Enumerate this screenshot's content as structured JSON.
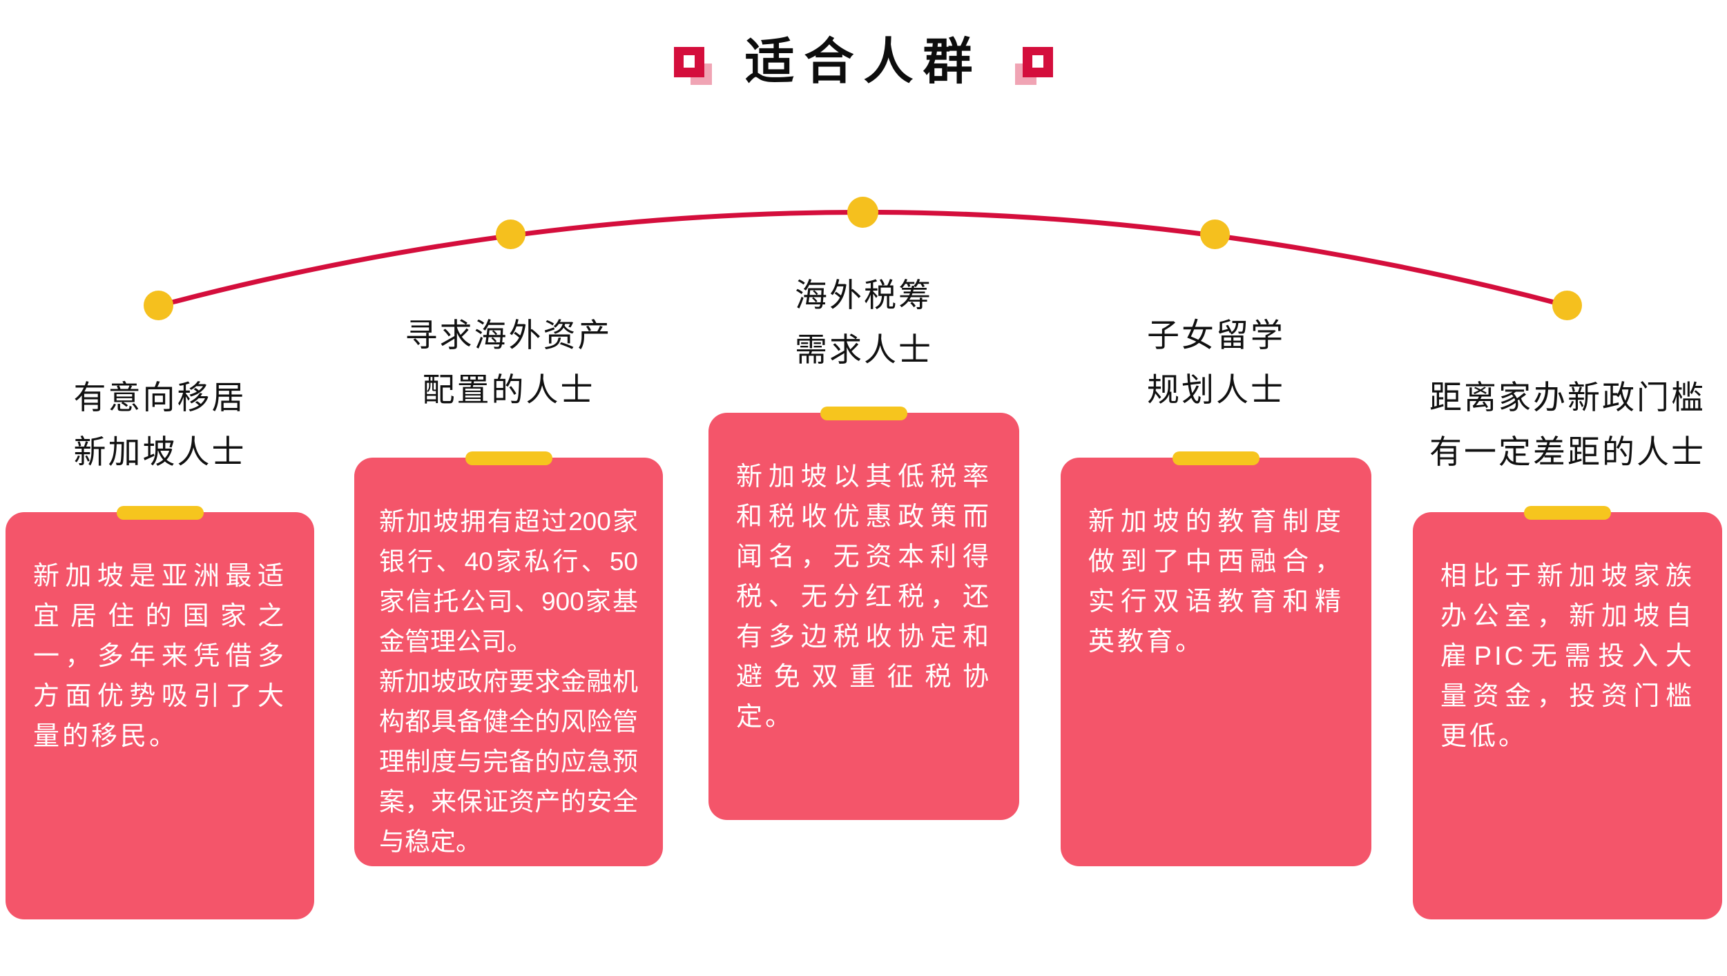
{
  "title": {
    "text": "适合人群"
  },
  "icons": {
    "left_ornament": "square-marker-icon",
    "right_ornament": "square-marker-icon"
  },
  "groups": [
    {
      "heading_line1": "有意向移居",
      "heading_line2": "新加坡人士",
      "body": "新加坡是亚洲最适宜居住的国家之一，多年来凭借多方面优势吸引了大量的移民。"
    },
    {
      "heading_line1": "寻求海外资产",
      "heading_line2": "配置的人士",
      "body": "新加坡拥有超过200家银行、40家私行、50家信托公司、900家基金管理公司。\n新加坡政府要求金融机构都具备健全的风险管理制度与完备的应急预案，来保证资产的安全与稳定。"
    },
    {
      "heading_line1": "海外税筹",
      "heading_line2": "需求人士",
      "body": "新加坡以其低税率和税收优惠政策而闻名，无资本利得税、无分红税，还有多边税收协定和避免双重征税协定。"
    },
    {
      "heading_line1": "子女留学",
      "heading_line2": "规划人士",
      "body": "新加坡的教育制度做到了中西融合，实行双语教育和精英教育。"
    },
    {
      "heading_line1": "距离家办新政门槛",
      "heading_line2": "有一定差距的人士",
      "body": "相比于新加坡家族办公室，新加坡自雇PIC无需投入大量资金，投资门槛更低。"
    }
  ],
  "colors": {
    "card_pink": "#F4556A",
    "accent_yellow": "#F5C01E",
    "pill_yellow": "#F6C51E",
    "line_red": "#D40E3C",
    "ornament_shadow_pink": "#F0A4B4",
    "title_black": "#0D0D0D",
    "card_text_white": "#FFFFFF"
  }
}
